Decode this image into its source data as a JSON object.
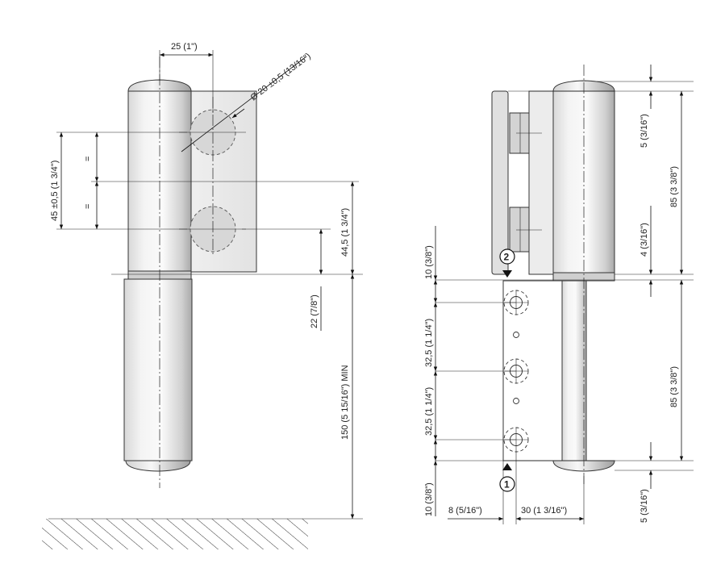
{
  "dimensions": {
    "width_top": "25 (1\")",
    "diameter": "Ø 20 ±0,5 (13/16\")",
    "height_left": "45 ±0,5 (1  3/4\")",
    "equal_top": "=",
    "equal_bottom": "=",
    "distance_mid": "44,5 (1  3/4\")",
    "gap_22": "22 (7/8\")",
    "min_floor": "150 (5  15/16\") MIN",
    "r_5_top": "5 (3/16\")",
    "r_85_top": "85 (3  3/8\")",
    "r_4": "4  (3/16\")",
    "l_10_top": "10 (3/8\")",
    "l_32_top": "32,5 (1  1/4\")",
    "l_32_bottom": "32,5 (1  1/4\")",
    "l_10_bottom": "10 (3/8\")",
    "r_85_bottom": "85 (3  3/8\")",
    "r_5_bottom": "5 (3/16\")",
    "b_8": "8 (5/16\")",
    "b_30": "30 (1  3/16\")"
  },
  "markers": {
    "m1": "1",
    "m2": "2"
  },
  "colors": {
    "line": "#222222",
    "hole_fill": "#d7d7d7",
    "metal_light": "#f6f6f6",
    "metal_dark": "#b8b8b8"
  }
}
